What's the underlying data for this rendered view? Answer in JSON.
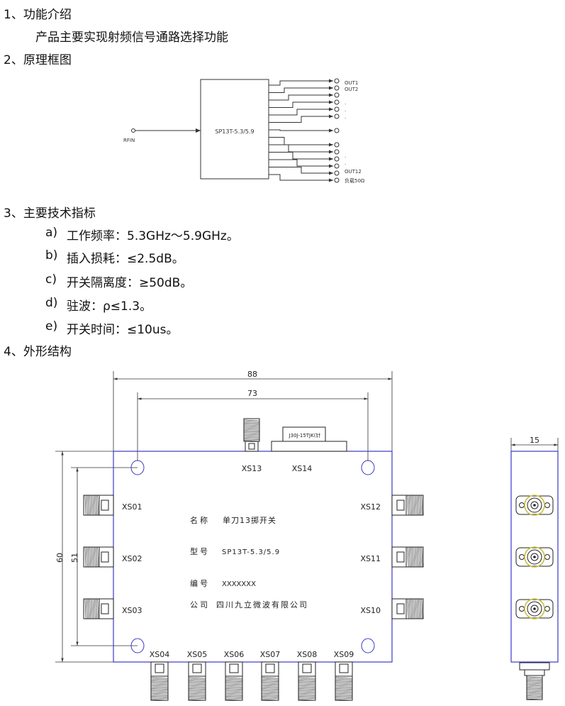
{
  "sections": {
    "s1": {
      "title": "1、功能介绍",
      "body": "产品主要实现射频信号通路选择功能"
    },
    "s2": {
      "title": "2、原理框图"
    },
    "s3": {
      "title": "3、主要技术指标",
      "items": [
        {
          "idx": "a)",
          "text": "工作频率：5.3GHz～5.9GHz。"
        },
        {
          "idx": "b)",
          "text": "插入损耗：≤2.5dB。"
        },
        {
          "idx": "c)",
          "text": "开关隔离度：≥50dB。"
        },
        {
          "idx": "d)",
          "text": "驻波：ρ≤1.3。"
        },
        {
          "idx": "e)",
          "text": "开关时间：≤10us。"
        }
      ]
    },
    "s4": {
      "title": "4、外形结构"
    }
  },
  "block_diagram": {
    "chip": "SP13T-5.3/5.9",
    "input": "RFIN",
    "out1": "OUT1",
    "out2": "OUT2",
    "dots": [
      ".",
      ".",
      ".",
      ".",
      "."
    ],
    "out12": "OUT12",
    "load": "负载50Ω"
  },
  "drawing": {
    "dim_88": "88",
    "dim_73": "73",
    "dim_60": "60",
    "dim_51": "51",
    "dim_15": "15",
    "connector_label": "J30J-15TJK(针",
    "xs13": "XS13",
    "xs14": "XS14",
    "left_ports": [
      "XS01",
      "XS02",
      "XS03"
    ],
    "right_ports": [
      "XS12",
      "XS11",
      "XS10"
    ],
    "bottom_ports": [
      "XS04",
      "XS05",
      "XS06",
      "XS07",
      "XS08",
      "XS09"
    ],
    "name_label": "名称",
    "name_value": "单刀13掷开关",
    "model_label": "型号",
    "model_value": "SP13T-5.3/5.9",
    "serial_label": "编号",
    "serial_value": "XXXXXXX",
    "company_label": "公司",
    "company_value": "四川九立微波有限公司"
  }
}
